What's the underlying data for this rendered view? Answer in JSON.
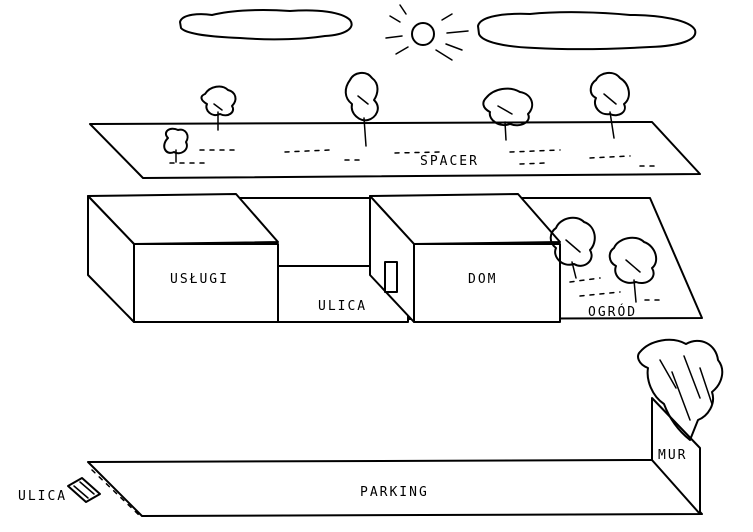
{
  "labels": {
    "spacer": "SPACER",
    "uslugi": "USŁUGI",
    "ulica_mid": "ULICA",
    "dom": "DOM",
    "ogrod": "OGRÓD",
    "mur": "MUR",
    "parking": "PARKING",
    "ulica_left": "ULICA"
  },
  "colors": {
    "ink": "#000000",
    "paper": "#ffffff"
  }
}
